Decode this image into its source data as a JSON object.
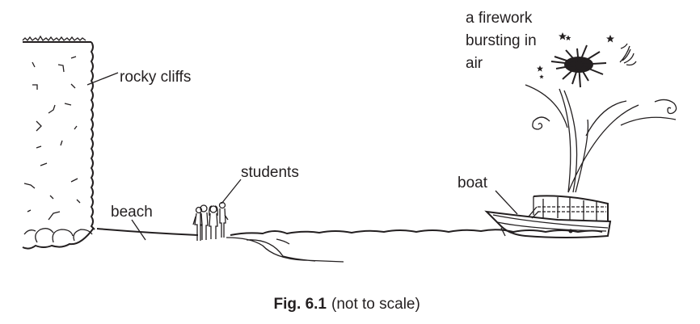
{
  "labels": {
    "rocky_cliffs": "rocky cliffs",
    "beach": "beach",
    "students": "students",
    "boat": "boat",
    "firework_line1": "a firework",
    "firework_line2": "bursting in",
    "firework_line3": "air"
  },
  "caption": {
    "fig": "Fig. 6.1",
    "note": "(not to scale)"
  },
  "colors": {
    "ink": "#231f20",
    "background": "#ffffff"
  }
}
